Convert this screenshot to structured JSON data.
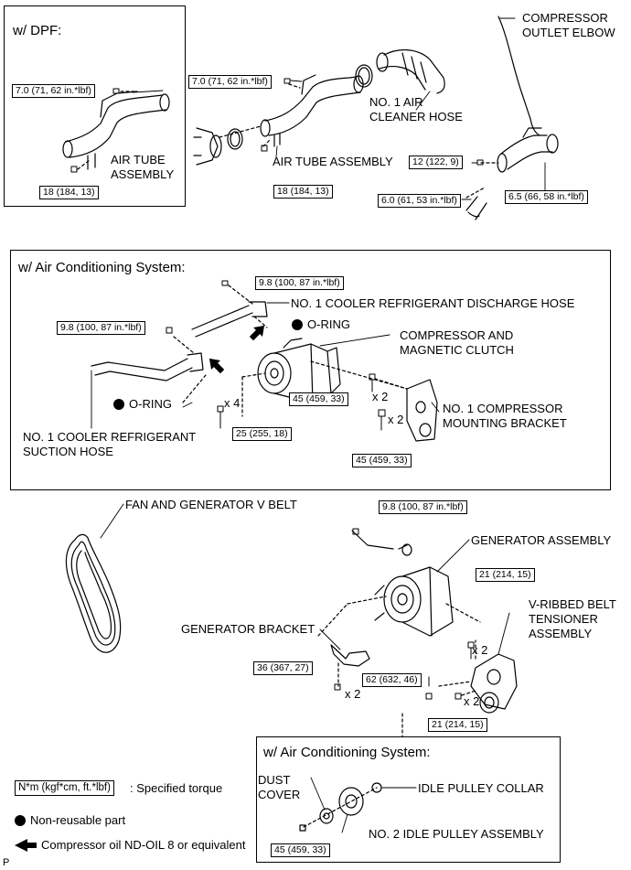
{
  "dpf": {
    "title": "w/ DPF:",
    "torque_top": "7.0 (71, 62 in.*lbf)",
    "torque_bottom": "18 (184, 13)",
    "label": "AIR TUBE\nASSEMBLY"
  },
  "intake": {
    "torque_left": "7.0 (71, 62 in.*lbf)",
    "air_cleaner_hose": "NO. 1 AIR\nCLEANER HOSE",
    "air_tube_assembly": "AIR TUBE ASSEMBLY",
    "torque_bottom": "18 (184, 13)",
    "compressor_outlet_elbow": "COMPRESSOR\nOUTLET ELBOW",
    "torque_elbow": "12 (122, 9)",
    "torque_elbow_right": "6.5 (66, 58 in.*lbf)",
    "torque_elbow_bottom": "6.0 (61, 53 in.*lbf)"
  },
  "ac": {
    "title": "w/ Air Conditioning System:",
    "torque_top": "9.8 (100, 87 in.*lbf)",
    "discharge_hose": "NO. 1 COOLER REFRIGERANT DISCHARGE HOSE",
    "oring_1": "O-RING",
    "torque_left": "9.8 (100, 87 in.*lbf)",
    "compressor": "COMPRESSOR AND\nMAGNETIC CLUTCH",
    "torque_45a": "45 (459, 33)",
    "x2a": "x 2",
    "x2b": "x 2",
    "oring_2": "O-RING",
    "x4": "x 4",
    "torque_25": "25 (255, 18)",
    "bracket": "NO. 1 COMPRESSOR\nMOUNTING BRACKET",
    "suction_hose": "NO. 1 COOLER REFRIGERANT\nSUCTION HOSE",
    "torque_45b": "45 (459, 33)"
  },
  "generator": {
    "fan_belt": "FAN AND GENERATOR V BELT",
    "torque_top": "9.8 (100, 87 in.*lbf)",
    "generator_assembly": "GENERATOR ASSEMBLY",
    "torque_21a": "21 (214, 15)",
    "tensioner": "V-RIBBED BELT\nTENSIONER\nASSEMBLY",
    "generator_bracket": "GENERATOR BRACKET",
    "x2a": "x 2",
    "torque_36": "36 (367, 27)",
    "x2b": "x 2",
    "torque_62": "62 (632, 46)",
    "x2c": "x 2",
    "torque_21b": "21 (214, 15)"
  },
  "ac2": {
    "title": "w/ Air Conditioning System:",
    "dust_cover": "DUST\nCOVER",
    "idle_collar": "IDLE PULLEY COLLAR",
    "idle_pulley": "NO. 2 IDLE PULLEY ASSEMBLY",
    "torque_45": "45 (459, 33)"
  },
  "legend": {
    "torque_box": "N*m (kgf*cm, ft.*lbf)",
    "torque_text": ": Specified torque",
    "nonreusable": "Non-reusable part",
    "oil": "Compressor oil  ND-OIL 8 or equivalent"
  },
  "footer": {
    "code": "P"
  }
}
